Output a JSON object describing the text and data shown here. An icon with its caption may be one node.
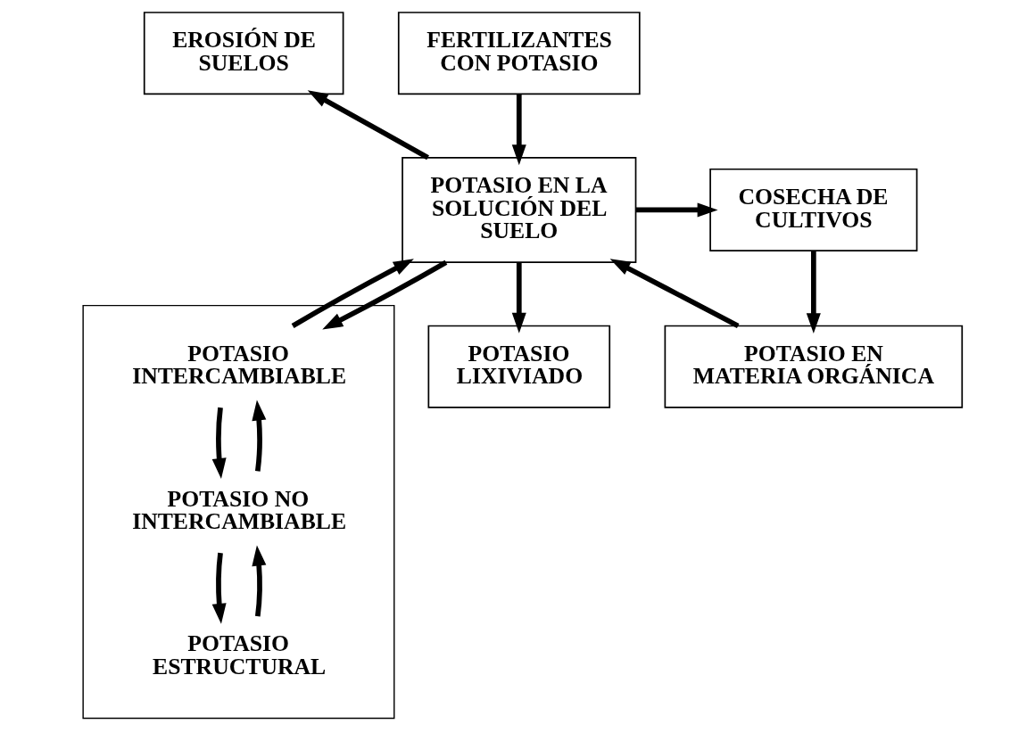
{
  "diagram": {
    "nodes": [
      {
        "text": [
          "EROSIÓN DE SUELOS"
        ]
      },
      {
        "text": [
          "FERTILIZANTES CON POTASIO"
        ]
      },
      {
        "text": [
          "COSECHA DE CULTIVOS"
        ]
      },
      {
        "text": [
          "POTASIO EN LA SOLUCIÓN DEL SUELO"
        ]
      },
      {
        "text": [],
        "shape": "box"
      },
      {
        "text": [
          "POTASIO INTERCAMBIABLE"
        ],
        "in": 4
      },
      {
        "text": [
          "POTASIO NO INTERCAMBIABLE"
        ],
        "in": 4
      },
      {
        "text": [
          "POTASIO ESTRUCTURAL"
        ],
        "in": 4
      },
      {
        "text": [
          "POTASIO EN MATERIA ORGÁNICA"
        ]
      },
      {
        "text": [
          "POTASIO LIXIVIADO"
        ]
      }
    ],
    "edges": [
      {
        "from": 3,
        "to": 0,
        "arrow": "to"
      },
      {
        "from": 1,
        "to": 3,
        "arrow": "to"
      },
      {
        "from": 3,
        "to": 2,
        "arrow": "to"
      },
      {
        "from": 3,
        "to": 5,
        "arrow": "to"
      },
      {
        "from": 5,
        "to": 3,
        "arrow": "to"
      },
      {
        "from": 5,
        "to": 6,
        "arrow": "to"
      },
      {
        "from": 6,
        "to": 5,
        "arrow": "to"
      },
      {
        "from": 6,
        "to": 7,
        "arrow": "to"
      },
      {
        "from": 7,
        "to": 6,
        "arrow": "to"
      },
      {
        "from": 2,
        "to": 8,
        "arrow": "to"
      },
      {
        "from": 8,
        "to": 3,
        "arrow": "to"
      },
      {
        "from": 3,
        "to": 9,
        "arrow": "to"
      }
    ]
  }
}
